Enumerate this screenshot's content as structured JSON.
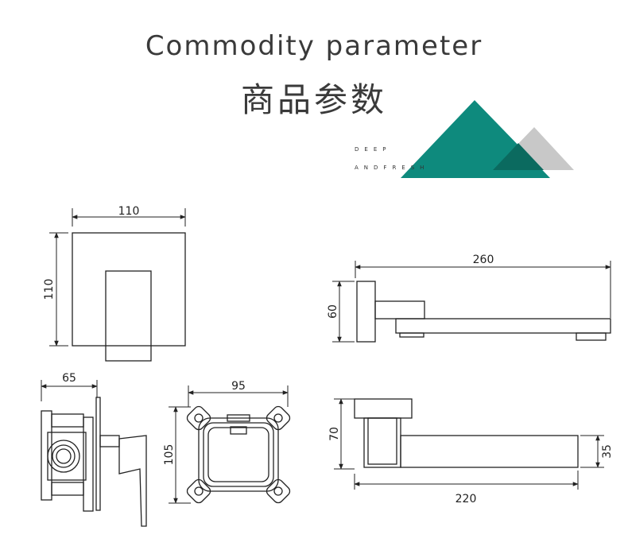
{
  "header": {
    "title_en": "Commodity parameter",
    "title_cn": "商品参数",
    "tag_line1": "DEEP",
    "tag_line2": "ANDFRESH"
  },
  "colors": {
    "teal": "#0e8a7d",
    "grey": "#c8c8c8",
    "dark_overlap": "#0b6a5f"
  },
  "dimensions": {
    "front_width": "110",
    "front_height": "110",
    "spout_length": "260",
    "spout_height": "60",
    "side_depth": "65",
    "box_width": "95",
    "box_height": "105",
    "top_height": "70",
    "top_length": "220",
    "top_thickness": "35"
  }
}
